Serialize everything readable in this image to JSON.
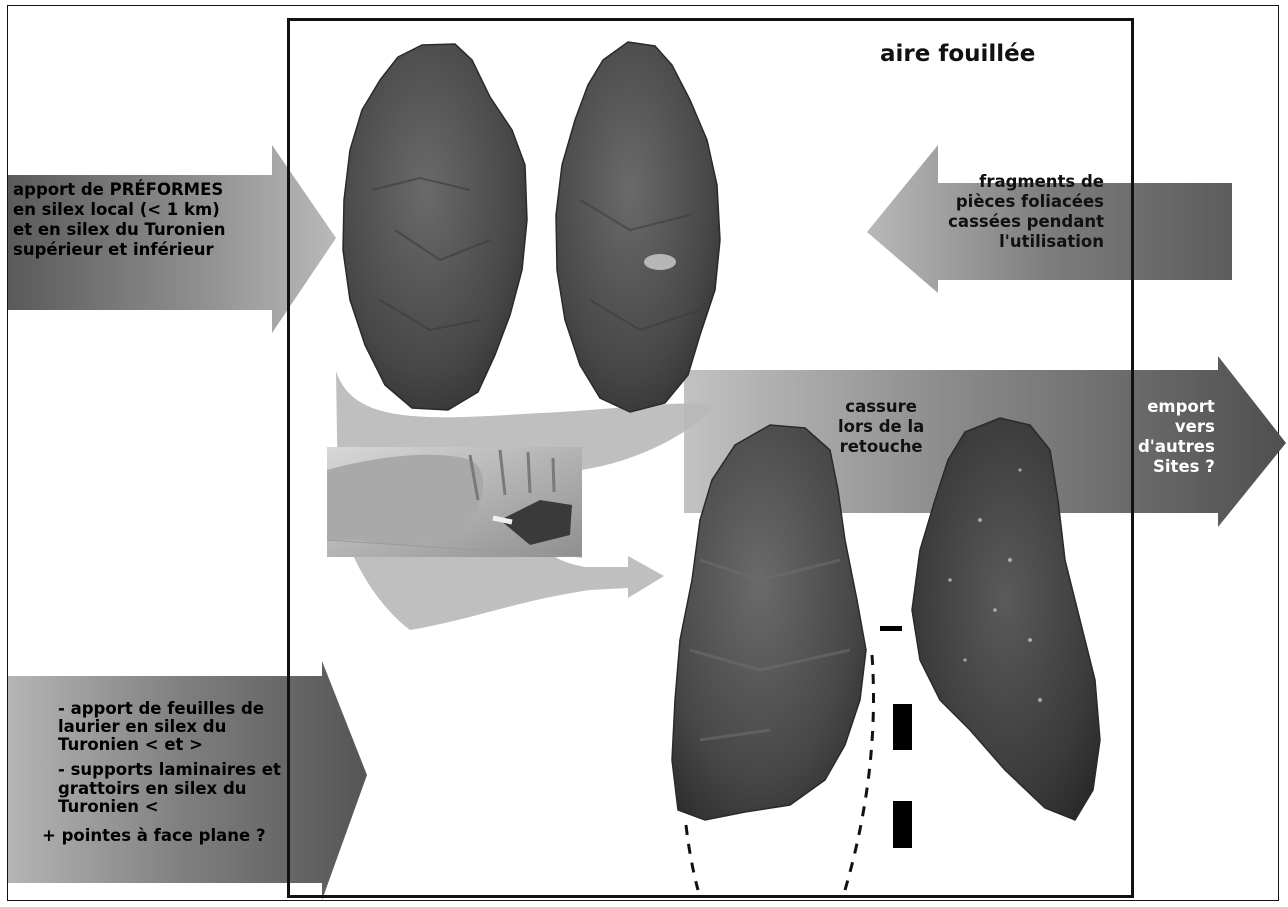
{
  "title": "aire fouillée",
  "labels": {
    "incoming_preforms": [
      "apport de PRÉFORMES",
      "en silex local (< 1 km)",
      "et en silex du Turonien",
      "supérieur et inférieur"
    ],
    "fragments": [
      "fragments de",
      "pièces foliacées",
      "cassées pendant",
      "l'utilisation"
    ],
    "breakage": [
      "cassure",
      "lors de la",
      "retouche"
    ],
    "export": [
      "emport",
      "vers",
      "d'autres",
      "Sites ?"
    ],
    "incoming_leaves": [
      "- apport de feuilles de",
      "laurier en silex du",
      "Turonien < et >",
      "- supports laminaires et",
      "grattoirs en silex du",
      "Turonien <",
      "+ pointes à face plane ?"
    ]
  },
  "colors": {
    "arrow_dark": "#5e5e5e",
    "arrow_light": "#b5b5b5",
    "flint": "#4b4b4b",
    "frame": "#111111"
  }
}
